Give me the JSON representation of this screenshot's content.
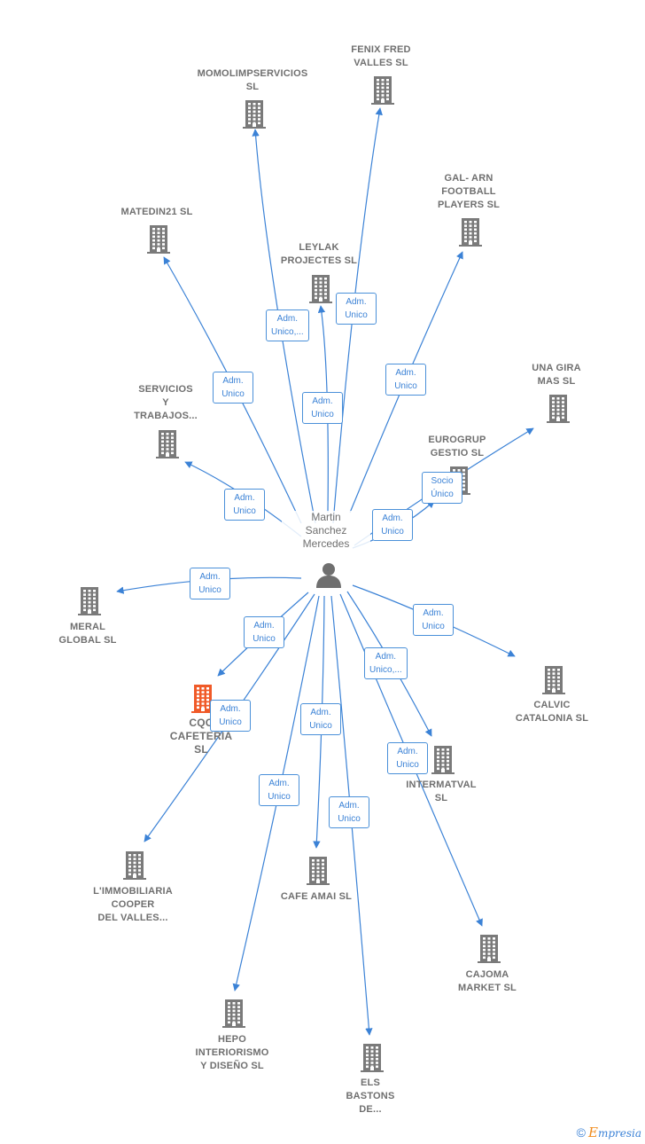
{
  "person": {
    "name_lines": [
      "Martin",
      "Sanchez",
      "Mercedes"
    ],
    "icon": "person-icon"
  },
  "companies": [
    {
      "id": "momolimp",
      "lines": [
        "MOMOLIMPSERVICIOS",
        "SL"
      ],
      "highlight": false
    },
    {
      "id": "fenix",
      "lines": [
        "FENIX FRED",
        "VALLES  SL"
      ],
      "highlight": false
    },
    {
      "id": "gal-arn",
      "lines": [
        "GAL- ARN",
        "FOOTBALL",
        "PLAYERS  SL"
      ],
      "highlight": false
    },
    {
      "id": "matedin",
      "lines": [
        "MATEDIN21  SL"
      ],
      "highlight": false
    },
    {
      "id": "leylak",
      "lines": [
        "LEYLAK",
        "PROJECTES SL"
      ],
      "highlight": false
    },
    {
      "id": "una-gira",
      "lines": [
        "UNA GIRA",
        "MAS  SL"
      ],
      "highlight": false
    },
    {
      "id": "servicios",
      "lines": [
        "SERVICIOS",
        "Y",
        "TRABAJOS..."
      ],
      "highlight": false
    },
    {
      "id": "eurogrup",
      "lines": [
        "EUROGRUP",
        "GESTIO  SL"
      ],
      "highlight": false
    },
    {
      "id": "meral",
      "lines": [
        "MERAL",
        "GLOBAL  SL"
      ],
      "highlight": false
    },
    {
      "id": "calvic",
      "lines": [
        "CALVIC",
        "CATALONIA  SL"
      ],
      "highlight": false
    },
    {
      "id": "cqc",
      "lines": [
        "CQC",
        "CAFETERIA",
        "SL"
      ],
      "highlight": true
    },
    {
      "id": "intermatval",
      "lines": [
        "INTERMATVAL",
        "SL"
      ],
      "highlight": false
    },
    {
      "id": "limmobiliaria",
      "lines": [
        "L'IMMOBILIARIA",
        "COOPER",
        "DEL VALLES..."
      ],
      "highlight": false
    },
    {
      "id": "cafe-amai",
      "lines": [
        "CAFE AMAI  SL"
      ],
      "highlight": false
    },
    {
      "id": "cajoma",
      "lines": [
        "CAJOMA",
        "MARKET  SL"
      ],
      "highlight": false
    },
    {
      "id": "hepo",
      "lines": [
        "HEPO",
        "INTERIORISMO",
        "Y DISEÑO  SL"
      ],
      "highlight": false
    },
    {
      "id": "els-bastons",
      "lines": [
        "ELS",
        "BASTONS",
        "DE..."
      ],
      "highlight": false
    }
  ],
  "relations": [
    {
      "target": "momolimp",
      "lines": [
        "Adm.",
        "Unico,..."
      ]
    },
    {
      "target": "fenix",
      "lines": [
        "Adm.",
        "Unico"
      ]
    },
    {
      "target": "gal-arn",
      "lines": [
        "Adm.",
        "Unico"
      ]
    },
    {
      "target": "matedin",
      "lines": [
        "Adm.",
        "Unico"
      ]
    },
    {
      "target": "leylak",
      "lines": [
        "Adm.",
        "Unico"
      ]
    },
    {
      "target": "una-gira",
      "lines": [
        "Socio",
        "Único"
      ]
    },
    {
      "target": "servicios",
      "lines": [
        "Adm.",
        "Unico"
      ]
    },
    {
      "target": "eurogrup",
      "lines": [
        "Adm.",
        "Unico"
      ]
    },
    {
      "target": "meral",
      "lines": [
        "Adm.",
        "Unico"
      ]
    },
    {
      "target": "calvic",
      "lines": [
        "Adm.",
        "Unico"
      ]
    },
    {
      "target": "cqc",
      "lines": [
        "Adm.",
        "Unico"
      ]
    },
    {
      "target": "intermatval",
      "lines": [
        "Adm.",
        "Unico,..."
      ]
    },
    {
      "target": "limmobiliaria",
      "lines": [
        "Adm.",
        "Unico"
      ]
    },
    {
      "target": "cafe-amai",
      "lines": [
        "Adm.",
        "Unico"
      ]
    },
    {
      "target": "cajoma",
      "lines": [
        "Adm.",
        "Unico"
      ]
    },
    {
      "target": "hepo",
      "lines": [
        "Adm.",
        "Unico"
      ]
    },
    {
      "target": "els-bastons",
      "lines": [
        "Adm.",
        "Unico"
      ]
    }
  ],
  "colors": {
    "edge": "#3b82d6",
    "building": "#7a7a7a",
    "building_highlight": "#f05a28",
    "label": "#6f6f6f"
  },
  "footer": {
    "copyright_symbol": "©",
    "brand_initial": "E",
    "brand_rest": "mpresia"
  }
}
